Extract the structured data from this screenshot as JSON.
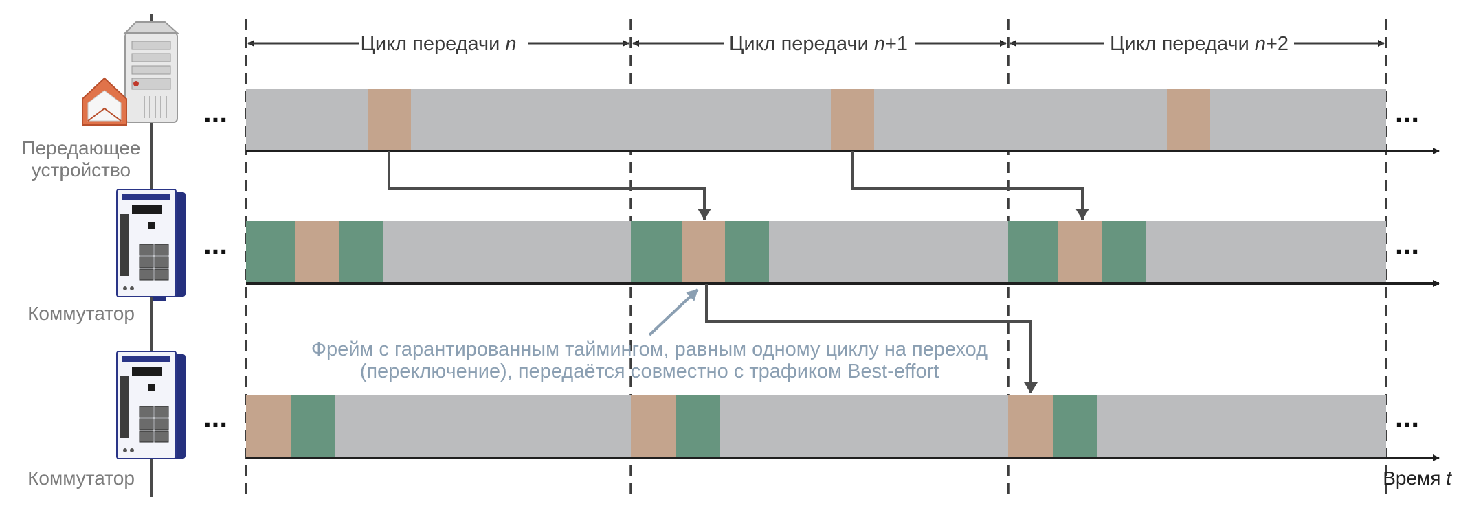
{
  "cycles": [
    {
      "prefix": "Цикл передачи ",
      "var": "n",
      "suffix": ""
    },
    {
      "prefix": "Цикл передачи ",
      "var": "n",
      "suffix": "+1"
    },
    {
      "prefix": "Цикл передачи ",
      "var": "n",
      "suffix": "+2"
    }
  ],
  "devices": {
    "sender": {
      "label_line1": "Передающее",
      "label_line2": "устройство",
      "icon": "server-with-mail-icon"
    },
    "switch1": {
      "label": "Коммутатор",
      "icon": "network-switch-icon"
    },
    "switch2": {
      "label": "Коммутатор",
      "icon": "network-switch-icon"
    }
  },
  "ellipsis": "...",
  "annotation": {
    "line1": "Фрейм с гарантированным таймингом, равным одному циклу на переход",
    "line2": "(переключение), передаётся совместно с трафиком Best-effort"
  },
  "axis": {
    "prefix": "Время ",
    "var": "t"
  },
  "colors": {
    "best_effort": "#bbbcbe",
    "timed_frame": "#c4a48d",
    "scheduled_slot": "#67957f",
    "line": "#2f2f2f",
    "arrow_path": "#4c4c4c",
    "annotation": "#8b9fb2",
    "label": "#7c7c7c"
  }
}
